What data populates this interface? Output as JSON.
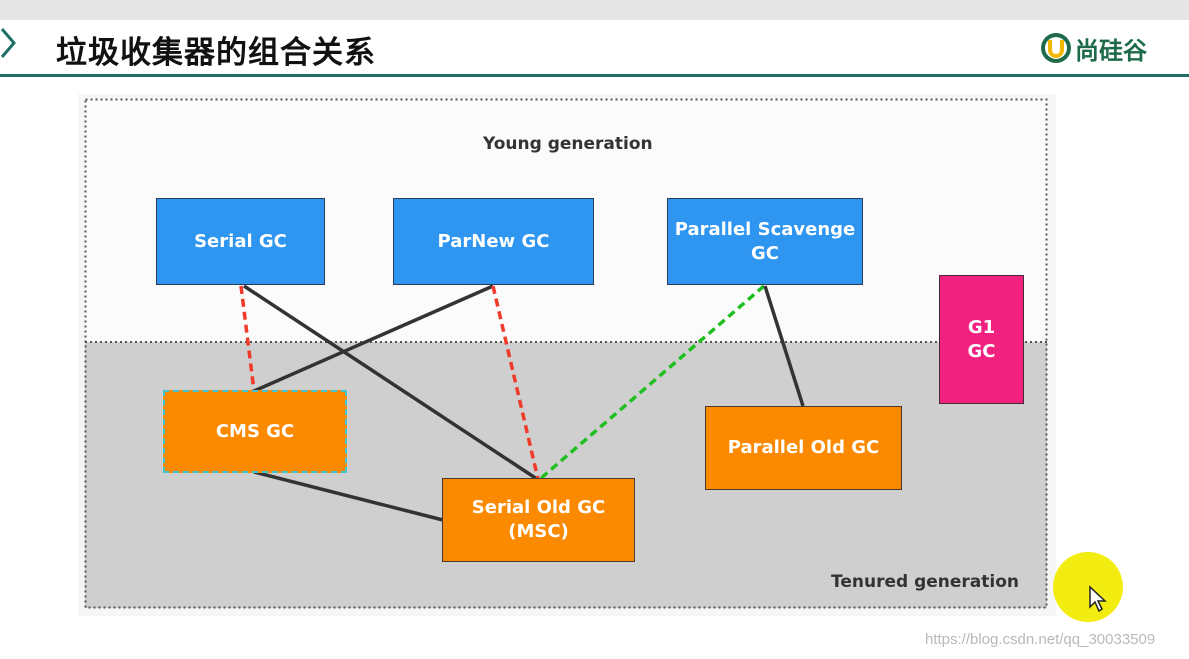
{
  "header": {
    "title": "垃圾收集器的组合关系",
    "logo_text": "尚硅谷"
  },
  "diagram": {
    "young_label": "Young generation",
    "tenured_label": "Tenured generation",
    "collectors": {
      "serial": "Serial GC",
      "parnew": "ParNew GC",
      "parallel_scavenge": [
        "Parallel Scavenge",
        "GC"
      ],
      "g1": [
        "G1",
        "GC"
      ],
      "cms": "CMS GC",
      "serial_old": [
        "Serial Old GC",
        "(MSC)"
      ],
      "parallel_old": "Parallel Old GC"
    },
    "connections": [
      {
        "from": "Serial GC",
        "to": "CMS GC",
        "style": "dashed",
        "color": "#f03a2a"
      },
      {
        "from": "Serial GC",
        "to": "Serial Old GC",
        "style": "solid",
        "color": "#333333"
      },
      {
        "from": "ParNew GC",
        "to": "CMS GC",
        "style": "solid",
        "color": "#333333"
      },
      {
        "from": "ParNew GC",
        "to": "Serial Old GC",
        "style": "dashed",
        "color": "#f03a2a"
      },
      {
        "from": "Parallel Scavenge GC",
        "to": "Serial Old GC",
        "style": "dashed",
        "color": "#1fbf1f"
      },
      {
        "from": "Parallel Scavenge GC",
        "to": "Parallel Old GC",
        "style": "solid",
        "color": "#333333"
      },
      {
        "from": "CMS GC",
        "to": "Serial Old GC",
        "style": "solid",
        "color": "#333333"
      }
    ]
  },
  "colors": {
    "young_box": "#2e95f0",
    "tenured_box": "#fb8a00",
    "g1_box": "#f0217f",
    "cms_border": "#41c6cf",
    "header_rule": "#1f6e63"
  },
  "watermark": "https://blog.csdn.net/qq_30033509"
}
